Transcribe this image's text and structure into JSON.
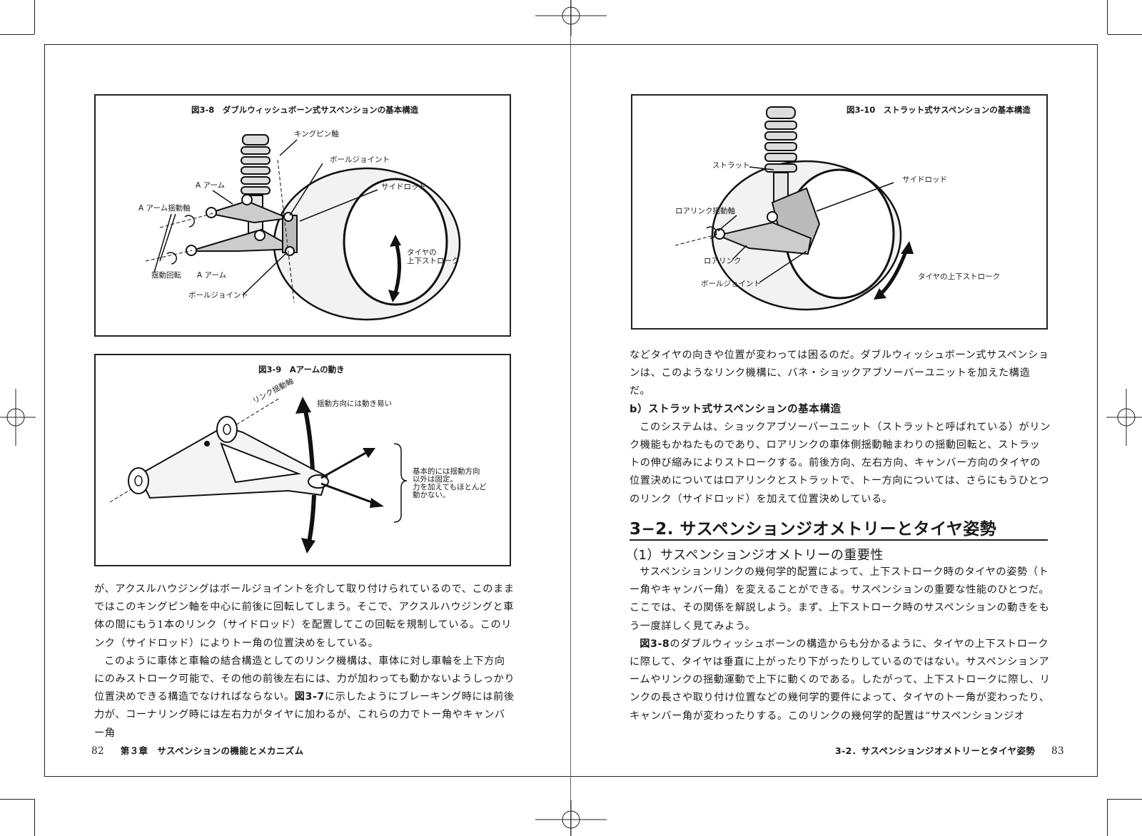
{
  "left_page": {
    "fig_3_8": {
      "title": "図3-8　ダブルウィッシュボーン式サスペンションの基本構造",
      "labels": {
        "king_pin": "キングピン軸",
        "ball_joint_top": "ボールジョイント",
        "a_arm_top": "A アーム",
        "side_rod": "サイドロッド",
        "a_arm_pivot": "A アーム揺動軸",
        "tire_stroke_1": "タイヤの",
        "tire_stroke_2": "上下ストローク",
        "swing_rotation": "揺動回転",
        "a_arm_bottom": "A アーム",
        "ball_joint_bottom": "ボールジョイント"
      }
    },
    "fig_3_9": {
      "title": "図3-9　Aアームの動き",
      "labels": {
        "link_pivot": "リンク揺動軸",
        "easy_direction": "揺動方向には動き易い",
        "note_1": "基本的には揺動方向",
        "note_2": "以外は固定。",
        "note_3": "力を加えてもほとんど",
        "note_4": "動かない。"
      }
    },
    "body": {
      "p1": "が、アクスルハウジングはボールジョイントを介して取り付けられているので、このままではこのキングピン軸を中心に前後に回転してしまう。そこで、アクスルハウジングと車体の間にもう1本のリンク（サイドロッド）を配置してこの回転を規制している。このリンク（サイドロッド）によりトー角の位置決めをしている。",
      "p2_a": "このように車体と車輪の結合構造としてのリンク機構は、車体に対し車輪を上下方向にのみストローク可能で、その他の前後左右には、力が加わっても動かないようしっかり位置決めできる構造でなければならない。",
      "p2_ref": "図3-7",
      "p2_b": "に示したようにブレーキング時には前後力が、コーナリング時には左右力がタイヤに加わるが、これらの力でトー角やキャンバー角"
    },
    "footer": {
      "page_number": "82",
      "chapter": "第３章　サスペンションの機能とメカニズム"
    }
  },
  "right_page": {
    "fig_3_10": {
      "title": "図3-10　ストラット式サスペンションの基本構造",
      "labels": {
        "strut": "ストラット",
        "side_rod": "サイドロッド",
        "lower_link_pivot": "ロアリンク揺動軸",
        "lower_link": "ロアリンク",
        "ball_joint": "ボールジョイント",
        "tire_stroke": "タイヤの上下ストローク"
      }
    },
    "body_top": {
      "p1": "などタイヤの向きや位置が変わっては困るのだ。ダブルウィッシュボーン式サスペンションは、このようなリンク機構に、バネ・ショックアブソーバーユニットを加えた構造だ。",
      "subhead": "b）ストラット式サスペンションの基本構造",
      "p2": "このシステムは、ショックアブソーバーユニット（ストラットと呼ばれている）がリンク機能もかねたものであり、ロアリンクの車体側揺動軸まわりの揺動回転と、ストラットの伸び縮みによりストロークする。前後方向、左右方向、キャンバー方向のタイヤの位置決めについてはロアリンクとストラットで、トー方向については、さらにもうひとつのリンク（サイドロッド）を加えて位置決めしている。"
    },
    "section_title": "3−2. サスペンションジオメトリーとタイヤ姿勢",
    "subsection_title": "（1）サスペンションジオメトリーの重要性",
    "body_bottom": {
      "p1": "サスペンションリンクの幾何学的配置によって、上下ストローク時のタイヤの姿勢（トー角やキャンバー角）を変えることができる。サスペンションの重要な性能のひとつだ。ここでは、その関係を解説しよう。まず、上下ストローク時のサスペンションの動きをもう一度詳しく見てみよう。",
      "p2_ref": "図3-8",
      "p2": "のダブルウィッシュボーンの構造からも分かるように、タイヤの上下ストロークに際して、タイヤは垂直に上がったり下がったりしているのではない。サスペンションアームやリンクの揺動運動で上下に動くのである。したがって、上下ストロークに際し、リンクの長さや取り付け位置などの幾何学的要件によって、タイヤのトー角が変わったり、キャンバー角が変わったりする。このリンクの幾何学的配置は“サスペンションジオ"
    },
    "footer": {
      "running_head": "3-2．サスペンションジオメトリーとタイヤ姿勢",
      "page_number": "83"
    }
  }
}
